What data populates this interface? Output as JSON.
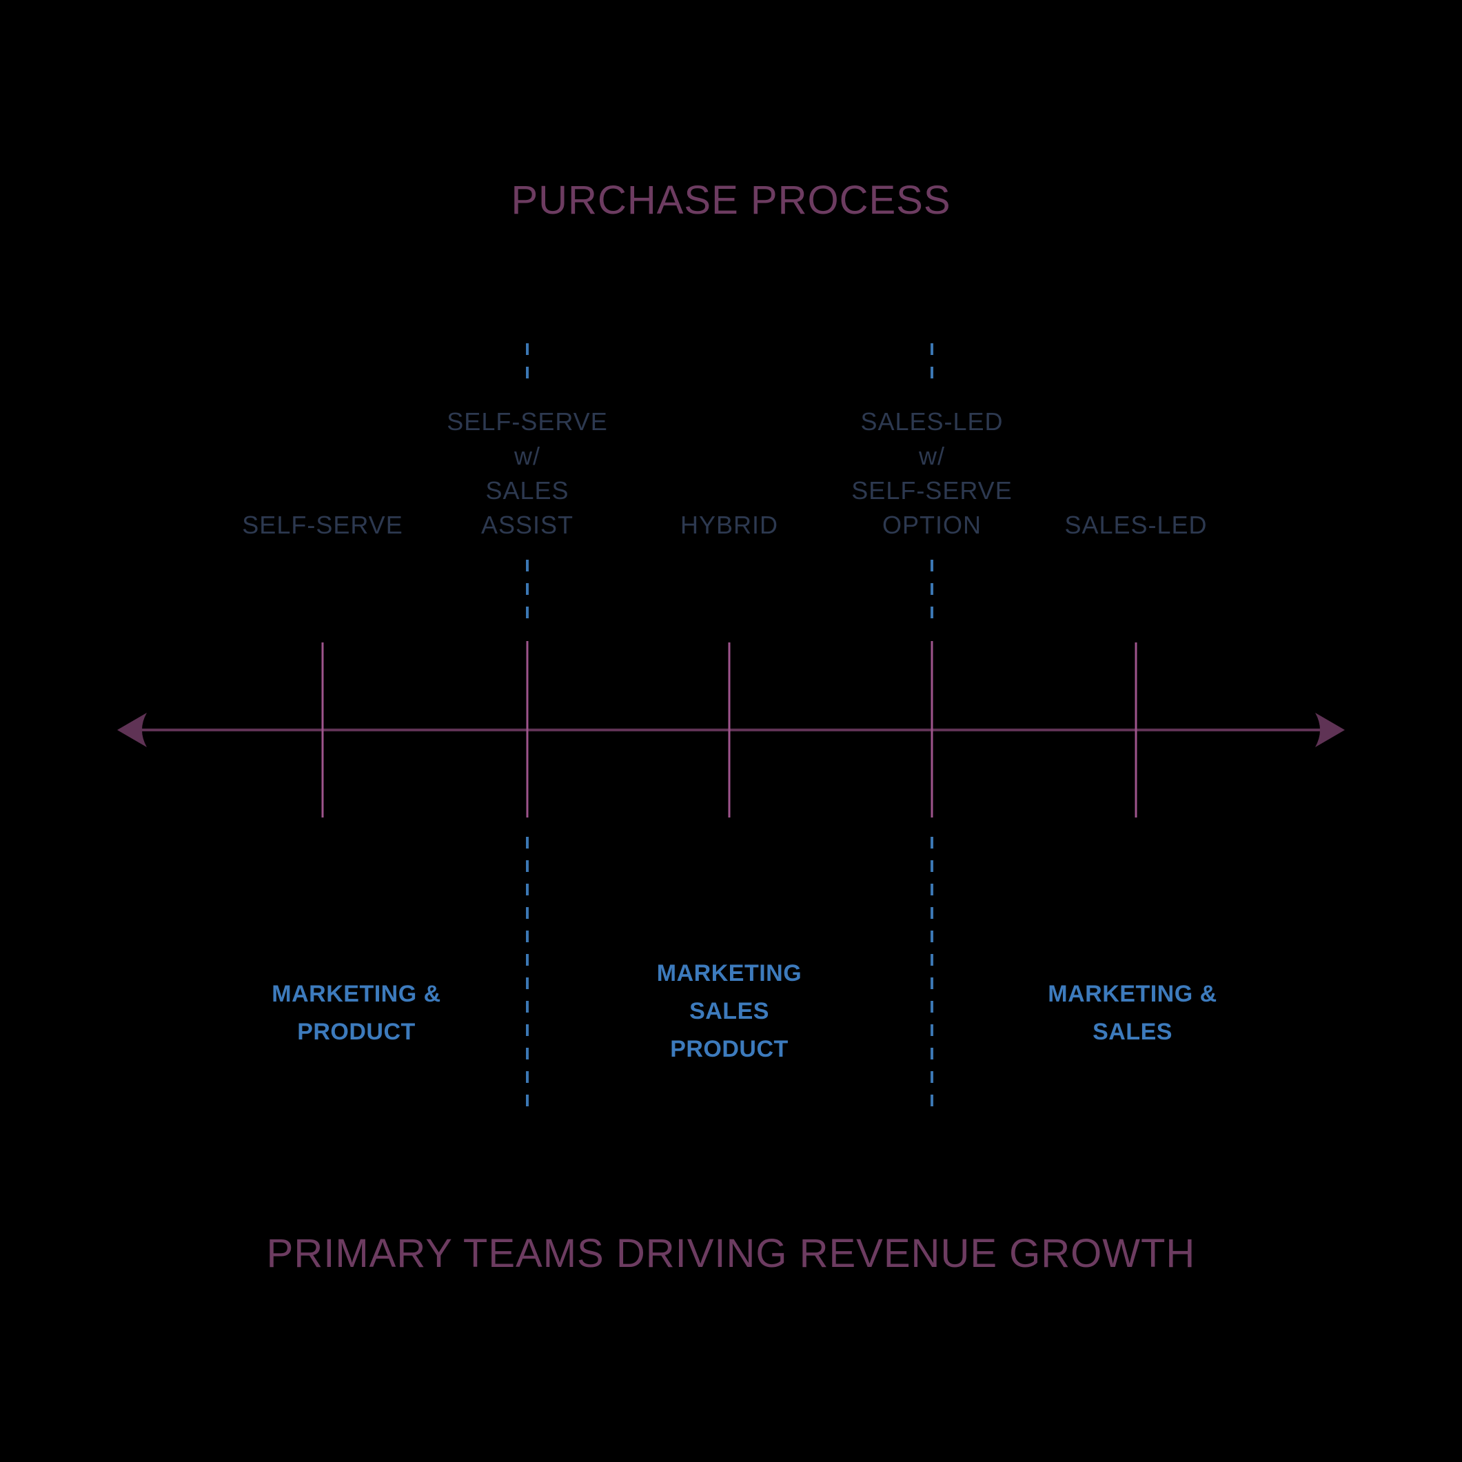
{
  "colors": {
    "background": "#000000",
    "title_text": "#6d3c61",
    "axis_line": "#5f3355",
    "tick_mark": "#9e548c",
    "stage_label_text": "#2d3950",
    "team_label_text": "#3d7bbd",
    "dashed_guide": "#3b77b3"
  },
  "header": {
    "title": "PURCHASE PROCESS"
  },
  "footer": {
    "title": "PRIMARY TEAMS DRIVING REVENUE GROWTH"
  },
  "spectrum": {
    "orientation": "horizontal",
    "tick_count": 5,
    "dashed_divider_count": 2,
    "stages": [
      {
        "lines": [
          "SELF-SERVE"
        ]
      },
      {
        "lines": [
          "SELF-SERVE",
          "w/",
          "SALES",
          "ASSIST"
        ]
      },
      {
        "lines": [
          "HYBRID"
        ]
      },
      {
        "lines": [
          "SALES-LED",
          "w/",
          "SELF-SERVE",
          "OPTION"
        ]
      },
      {
        "lines": [
          "SALES-LED"
        ]
      }
    ]
  },
  "teams": [
    {
      "lines": [
        "MARKETING &",
        "PRODUCT"
      ]
    },
    {
      "lines": [
        "MARKETING",
        "SALES",
        "PRODUCT"
      ]
    },
    {
      "lines": [
        "MARKETING &",
        "SALES"
      ]
    }
  ]
}
